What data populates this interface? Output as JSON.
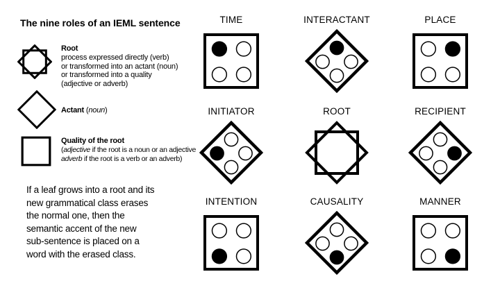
{
  "colors": {
    "ink": "#000000",
    "paper": "#ffffff"
  },
  "title": "The nine roles of an IEML sentence",
  "legend": {
    "root": {
      "term": "Root",
      "lines": [
        "process expressed directly (verb)",
        "or transformed into an actant (noun)",
        "or transformed into a quality",
        "(adjective or adverb)"
      ]
    },
    "actant": {
      "term": "Actant",
      "suffix": [
        {
          "text": " ("
        },
        {
          "text": "noun",
          "italic": true
        },
        {
          "text": ")"
        }
      ]
    },
    "quality": {
      "term": "Quality of the root",
      "lines": [
        [
          {
            "text": "("
          },
          {
            "text": "adjective",
            "italic": true
          },
          {
            "text": " if the root is a noun or an adjective"
          }
        ],
        [
          {
            "text": "adverb",
            "italic": true
          },
          {
            "text": " if the root is a verb or an adverb)"
          }
        ]
      ]
    }
  },
  "note_lines": [
    "If a leaf grows into a root and its",
    "new grammatical class erases",
    "the normal one, then the",
    "semantic accent of the new",
    "sub-sentence is placed on a",
    "word with the erased class."
  ],
  "grid": {
    "cells": [
      {
        "label": "TIME",
        "shape": "square",
        "filled": "top-left"
      },
      {
        "label": "INTERACTANT",
        "shape": "diamond",
        "filled": "top"
      },
      {
        "label": "PLACE",
        "shape": "square",
        "filled": "top-right"
      },
      {
        "label": "INITIATOR",
        "shape": "diamond",
        "filled": "left"
      },
      {
        "label": "ROOT",
        "shape": "star",
        "filled": null
      },
      {
        "label": "RECIPIENT",
        "shape": "diamond",
        "filled": "right"
      },
      {
        "label": "INTENTION",
        "shape": "square",
        "filled": "bottom-left"
      },
      {
        "label": "CAUSALITY",
        "shape": "diamond",
        "filled": "bottom"
      },
      {
        "label": "MANNER",
        "shape": "square",
        "filled": "bottom-right"
      }
    ]
  }
}
